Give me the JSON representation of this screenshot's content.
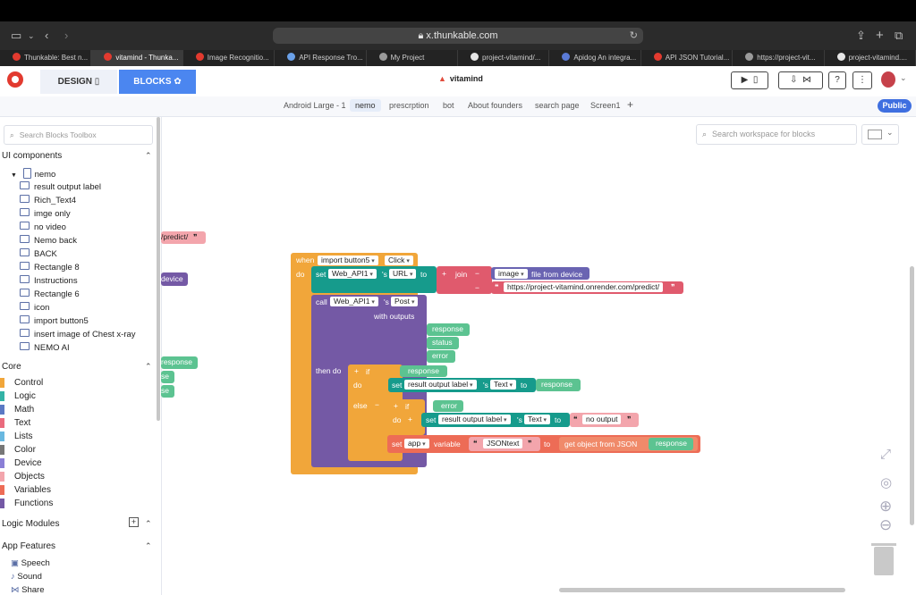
{
  "browser": {
    "url": "x.thunkable.com",
    "tabs": [
      {
        "label": "Thunkable: Best n...",
        "color": "#e23a2f"
      },
      {
        "label": "vitamind - Thunka...",
        "color": "#e23a2f",
        "active": true
      },
      {
        "label": "Image Recognitio...",
        "color": "#e23a2f"
      },
      {
        "label": "API Response Tro...",
        "color": "#6aa0e8"
      },
      {
        "label": "My Project",
        "color": "#9a9a9a"
      },
      {
        "label": "project-vitamind/...",
        "color": "#e6e6e6"
      },
      {
        "label": "Apidog An integra...",
        "color": "#5a7ad6"
      },
      {
        "label": "API JSON Tutorial...",
        "color": "#e23a2f"
      },
      {
        "label": "https://project-vit...",
        "color": "#9a9a9a"
      },
      {
        "label": "project-vitamind....",
        "color": "#e6e6e6"
      }
    ]
  },
  "header": {
    "design_label": "DESIGN",
    "blocks_label": "BLOCKS",
    "project_name": "vitamind"
  },
  "screens": {
    "items": [
      "Android Large - 1",
      "nemo",
      "prescrption",
      "bot",
      "About founders",
      "search page",
      "Screen1"
    ],
    "active": "nemo",
    "add": "+",
    "public_label": "Public"
  },
  "sidebar": {
    "search_placeholder": "Search Blocks Toolbox",
    "ui_components_label": "UI components",
    "tree_root": "nemo",
    "components": [
      "result output label",
      "Rich_Text4",
      "imge only",
      "no video",
      "Nemo back",
      "BACK",
      "Rectangle 8",
      "Instructions",
      "Rectangle 6",
      "icon",
      "import button5",
      "insert image of Chest x-ray",
      "NEMO AI"
    ],
    "core_label": "Core",
    "core_items": [
      {
        "label": "Control",
        "color": "#f1a63a"
      },
      {
        "label": "Logic",
        "color": "#33b3a6"
      },
      {
        "label": "Math",
        "color": "#5b79c4"
      },
      {
        "label": "Text",
        "color": "#ea6b7d"
      },
      {
        "label": "Lists",
        "color": "#69b8e0"
      },
      {
        "label": "Color",
        "color": "#777777"
      },
      {
        "label": "Device",
        "color": "#8a7fd6"
      },
      {
        "label": "Objects",
        "color": "#f3a5ac"
      },
      {
        "label": "Variables",
        "color": "#ed6c56"
      },
      {
        "label": "Functions",
        "color": "#7459a5"
      }
    ],
    "logic_modules_label": "Logic Modules",
    "app_features_label": "App Features",
    "features": [
      "Speech",
      "Sound",
      "Share"
    ]
  },
  "workspace": {
    "search_placeholder": "Search workspace for blocks",
    "edge_blocks": [
      "/predict/",
      "device",
      "response",
      "se",
      "se"
    ],
    "blocks": {
      "when": "when",
      "event_component": "import button5",
      "event_name": "Click",
      "do": "do",
      "set": "set",
      "api_component": "Web_API1",
      "possessive": "'s",
      "url_prop": "URL",
      "to": "to",
      "join": "join",
      "image_var": "image",
      "file_from_device": "file from device",
      "url_value": "https://project-vitamind.onrender.com/predict/",
      "call": "call",
      "method": "Post",
      "with_outputs": "with outputs",
      "outputs": [
        "response",
        "status",
        "error"
      ],
      "then_do": "then do",
      "if": "if",
      "else": "else",
      "response": "response",
      "error": "error",
      "result_label": "result output label",
      "text_prop": "Text",
      "no_output": "no output",
      "app": "app",
      "variable": "variable",
      "var_name": "JSONtext",
      "get_object": "get object from JSON"
    }
  }
}
